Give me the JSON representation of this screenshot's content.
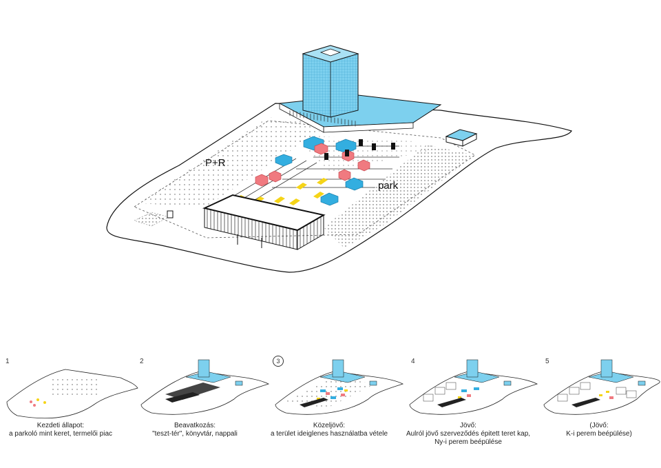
{
  "main": {
    "label_pr": "P+R",
    "label_park": "park"
  },
  "stages": [
    {
      "num": "1",
      "circled": false,
      "lines": [
        "Kezdeti állapot:",
        "a parkoló mint keret, termelői piac"
      ]
    },
    {
      "num": "2",
      "circled": false,
      "lines": [
        "Beavatkozás:",
        "\"teszt-tér\", könyvtár, nappali"
      ]
    },
    {
      "num": "3",
      "circled": true,
      "lines": [
        "Közeljövő:",
        "a terület ideiglenes használatba vétele"
      ]
    },
    {
      "num": "4",
      "circled": false,
      "lines": [
        "Jövő:",
        "Aulról jövő szerveződés épitett teret kap,",
        "Ny-i perem beépülése"
      ]
    },
    {
      "num": "5",
      "circled": false,
      "lines": [
        "(Jövő:",
        "K-i perem beépülése)"
      ]
    }
  ],
  "colors": {
    "tower": "#7dd0ee",
    "container_blue": "#33aee0",
    "container_red": "#f07a80",
    "marking_yellow": "#f5d418",
    "outline": "#111111"
  }
}
